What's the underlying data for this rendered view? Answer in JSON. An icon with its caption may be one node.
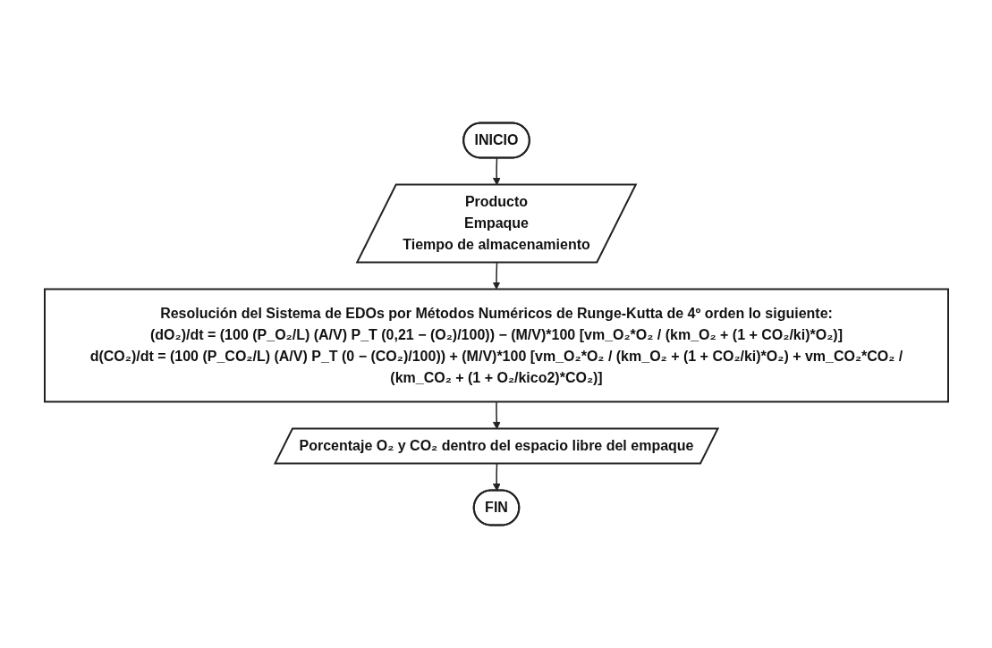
{
  "diagram": {
    "nodes": [
      {
        "text": [
          "INICIO"
        ]
      },
      {
        "text": [
          "Producto",
          "Empaque",
          "Tiempo de almacenamiento"
        ]
      },
      {
        "text": [
          "Resolución del Sistema de EDOs por Métodos Numéricos de Runge-Kutta de 4º orden lo siguiente:",
          "(dO₂)/dt = (100 (P_O₂/L) (A/V) P_T (0,21 − (O₂)/100)) − (M/V)*100 [vm_O₂*O₂ / (km_O₂ + (1 + CO₂/ki)*O₂)]",
          "d(CO₂)/dt = (100 (P_CO₂/L) (A/V) P_T (0 − (CO₂)/100)) + (M/V)*100 [vm_O₂*O₂ / (km_O₂ + (1 + CO₂/ki)*O₂) + vm_CO₂*CO₂ / (km_CO₂ + (1 + O₂/kico2)*CO₂)]"
        ]
      },
      {
        "text": [
          "Porcentaje O₂ y CO₂ dentro del espacio libre del empaque"
        ]
      },
      {
        "text": [
          "FIN"
        ]
      }
    ],
    "edges": [
      {
        "from": 0,
        "to": 1,
        "arrow": "to"
      },
      {
        "from": 1,
        "to": 2,
        "arrow": "to"
      },
      {
        "from": 2,
        "to": 3,
        "arrow": "to"
      },
      {
        "from": 3,
        "to": 4,
        "arrow": "to"
      }
    ]
  }
}
